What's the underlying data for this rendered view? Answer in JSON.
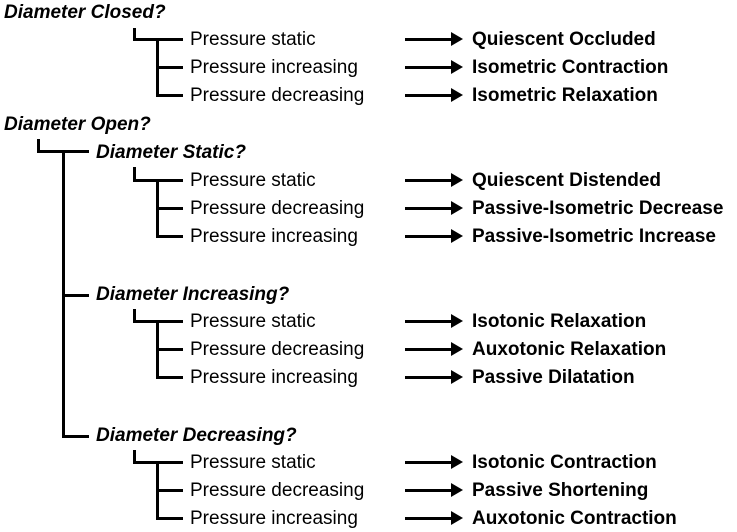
{
  "closed": {
    "heading": "Diameter Closed?",
    "rows": [
      {
        "condition": "Pressure static",
        "result": "Quiescent Occluded"
      },
      {
        "condition": "Pressure increasing",
        "result": "Isometric Contraction"
      },
      {
        "condition": "Pressure decreasing",
        "result": "Isometric Relaxation"
      }
    ]
  },
  "open": {
    "heading": "Diameter Open?",
    "groups": [
      {
        "heading": "Diameter Static?",
        "rows": [
          {
            "condition": "Pressure static",
            "result": "Quiescent Distended"
          },
          {
            "condition": "Pressure decreasing",
            "result": "Passive-Isometric Decrease"
          },
          {
            "condition": "Pressure increasing",
            "result": "Passive-Isometric Increase"
          }
        ]
      },
      {
        "heading": "Diameter Increasing?",
        "rows": [
          {
            "condition": "Pressure static",
            "result": "Isotonic Relaxation"
          },
          {
            "condition": "Pressure decreasing",
            "result": "Auxotonic Relaxation"
          },
          {
            "condition": "Pressure increasing",
            "result": "Passive Dilatation"
          }
        ]
      },
      {
        "heading": "Diameter Decreasing?",
        "rows": [
          {
            "condition": "Pressure static",
            "result": "Isotonic Contraction"
          },
          {
            "condition": "Pressure decreasing",
            "result": "Passive Shortening"
          },
          {
            "condition": "Pressure increasing",
            "result": "Auxotonic Contraction"
          }
        ]
      }
    ]
  }
}
